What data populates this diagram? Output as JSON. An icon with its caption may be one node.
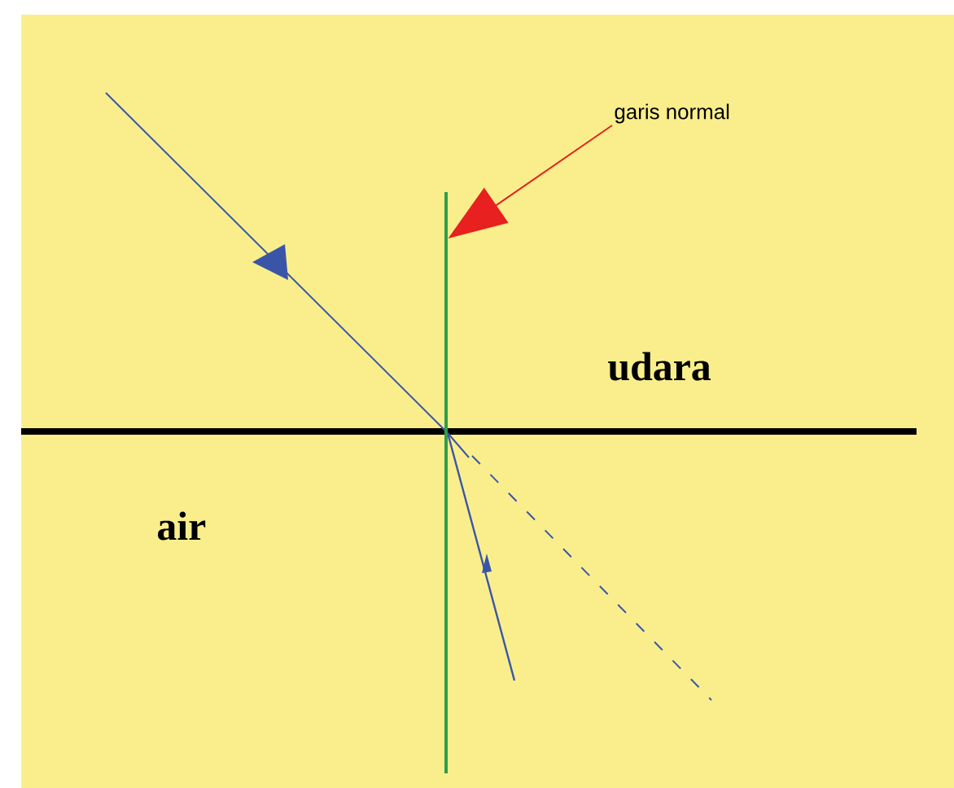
{
  "diagram": {
    "nodes": [
      {
        "text": [
          "garis normal"
        ]
      },
      {
        "text": [],
        "shape": "line"
      }
    ],
    "edges": [
      {
        "from": 0,
        "to": 1,
        "arrow": "to",
        "color": "#e8201f"
      }
    ],
    "labels": [
      "udara",
      "air"
    ]
  }
}
